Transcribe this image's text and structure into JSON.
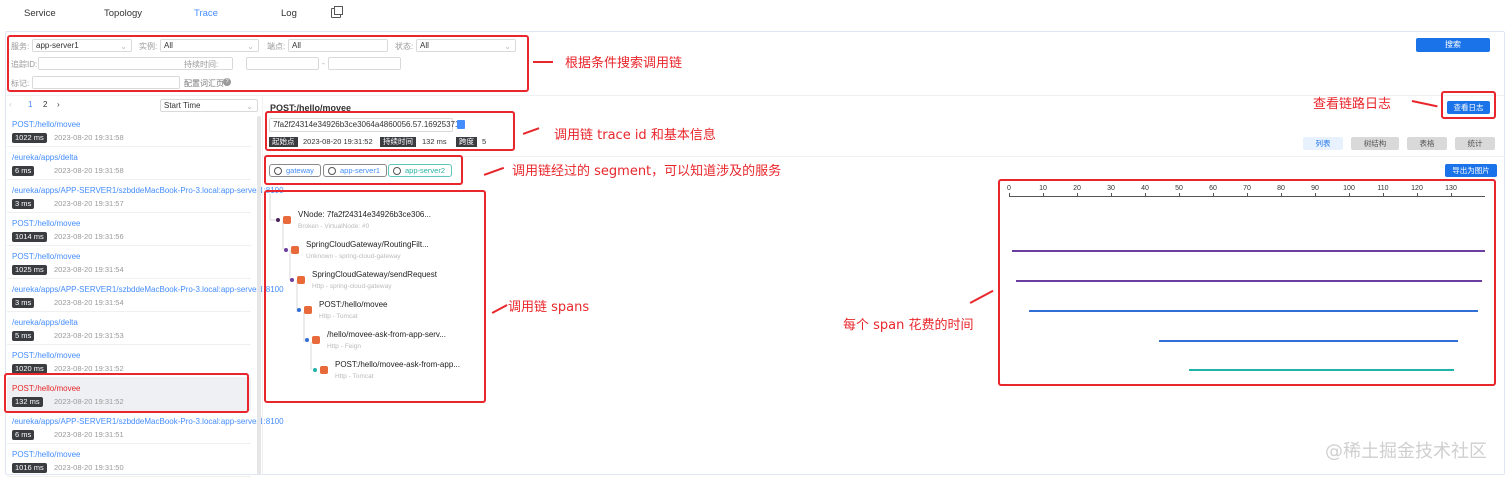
{
  "nav": {
    "tabs": [
      "Service",
      "Topology",
      "Trace",
      "Log"
    ],
    "active": "Trace"
  },
  "filters": {
    "service_label": "服务:",
    "service_value": "app-server1",
    "instance_label": "实例:",
    "instance_value": "All",
    "endpoint_label": "端点:",
    "endpoint_value": "All",
    "status_label": "状态:",
    "status_value": "All",
    "traceid_label": "追踪ID:",
    "duration_label": "持续时间:",
    "duration_sep": "-",
    "tags_label": "标记:",
    "tags_help": "配置词汇页",
    "search_button": "搜索"
  },
  "list": {
    "pages": [
      "1",
      "2"
    ],
    "sort": "Start Time",
    "items": [
      {
        "title": "POST:/hello/movee",
        "duration": "1022 ms",
        "time": "2023-08-20 19:31:58"
      },
      {
        "title": "/eureka/apps/delta",
        "duration": "6 ms",
        "time": "2023-08-20 19:31:58"
      },
      {
        "title": "/eureka/apps/APP-SERVER1/szbddeMacBook-Pro-3.local:app-server1:8100",
        "duration": "3 ms",
        "time": "2023-08-20 19:31:57"
      },
      {
        "title": "POST:/hello/movee",
        "duration": "1014 ms",
        "time": "2023-08-20 19:31:56"
      },
      {
        "title": "POST:/hello/movee",
        "duration": "1025 ms",
        "time": "2023-08-20 19:31:54"
      },
      {
        "title": "/eureka/apps/APP-SERVER1/szbddeMacBook-Pro-3.local:app-server1:8100",
        "duration": "3 ms",
        "time": "2023-08-20 19:31:54"
      },
      {
        "title": "/eureka/apps/delta",
        "duration": "5 ms",
        "time": "2023-08-20 19:31:53"
      },
      {
        "title": "POST:/hello/movee",
        "duration": "1020 ms",
        "time": "2023-08-20 19:31:52"
      },
      {
        "title": "POST:/hello/movee",
        "duration": "132 ms",
        "time": "2023-08-20 19:31:52"
      },
      {
        "title": "/eureka/apps/APP-SERVER1/szbddeMacBook-Pro-3.local:app-server1:8100",
        "duration": "6 ms",
        "time": "2023-08-20 19:31:51"
      },
      {
        "title": "POST:/hello/movee",
        "duration": "1016 ms",
        "time": "2023-08-20 19:31:50"
      }
    ],
    "selected_index": 8
  },
  "detail": {
    "title": "POST:/hello/movee",
    "trace_id": "7fa2f24314e34926b3ce3064a4860056.57.16925371",
    "start_label": "起始点",
    "start_value": "2023-08-20 19:31:52",
    "duration_label": "持续时间",
    "duration_value": "132 ms",
    "span_label": "跨度",
    "span_value": "5",
    "view_log_button": "查看日志",
    "tools": [
      "列表",
      "树结构",
      "表格",
      "统计"
    ],
    "export_button": "导出为图片",
    "segments": [
      "gateway",
      "app-server1",
      "app-server2"
    ]
  },
  "spans": [
    {
      "name": "VNode: 7fa2f24314e34926b3ce306...",
      "sub": "Broken - VirtualNode: #0",
      "color": "#4a235a"
    },
    {
      "name": "SpringCloudGateway/RoutingFilt...",
      "sub": "Unknown - spring-cloud-gateway",
      "color": "#6b3fa0"
    },
    {
      "name": "SpringCloudGateway/sendRequest",
      "sub": "Http - spring-cloud-gateway",
      "color": "#6b3fa0"
    },
    {
      "name": "POST:/hello/movee",
      "sub": "Http - Tomcat",
      "color": "#2f6fd6"
    },
    {
      "name": "/hello/movee-ask-from-app-serv...",
      "sub": "Http - Feign",
      "color": "#2f6fd6"
    },
    {
      "name": "POST:/hello/movee-ask-from-app...",
      "sub": "Http - Tomcat",
      "color": "#22b3a8"
    }
  ],
  "chart_data": {
    "type": "gantt",
    "xticks": [
      0,
      10,
      20,
      30,
      40,
      50,
      60,
      70,
      80,
      90,
      100,
      110,
      120,
      130
    ],
    "xlim": [
      0,
      140
    ],
    "bars": [
      {
        "start": 1,
        "end": 140,
        "color": "#6b3fa0"
      },
      {
        "start": 2,
        "end": 139,
        "color": "#6b3fa0"
      },
      {
        "start": 6,
        "end": 138,
        "color": "#2f6fd6"
      },
      {
        "start": 44,
        "end": 132,
        "color": "#2f6fd6"
      },
      {
        "start": 53,
        "end": 131,
        "color": "#22b3a8"
      }
    ]
  },
  "annotations": {
    "search": "根据条件搜索调用链",
    "log": "查看链路日志",
    "traceid": "调用链 trace id 和基本信息",
    "segment": "调用链经过的 segment，可以知道涉及的服务",
    "spans": "调用链 spans",
    "time": "每个 span 花费的时间"
  },
  "watermark": "@稀土掘金技术社区"
}
